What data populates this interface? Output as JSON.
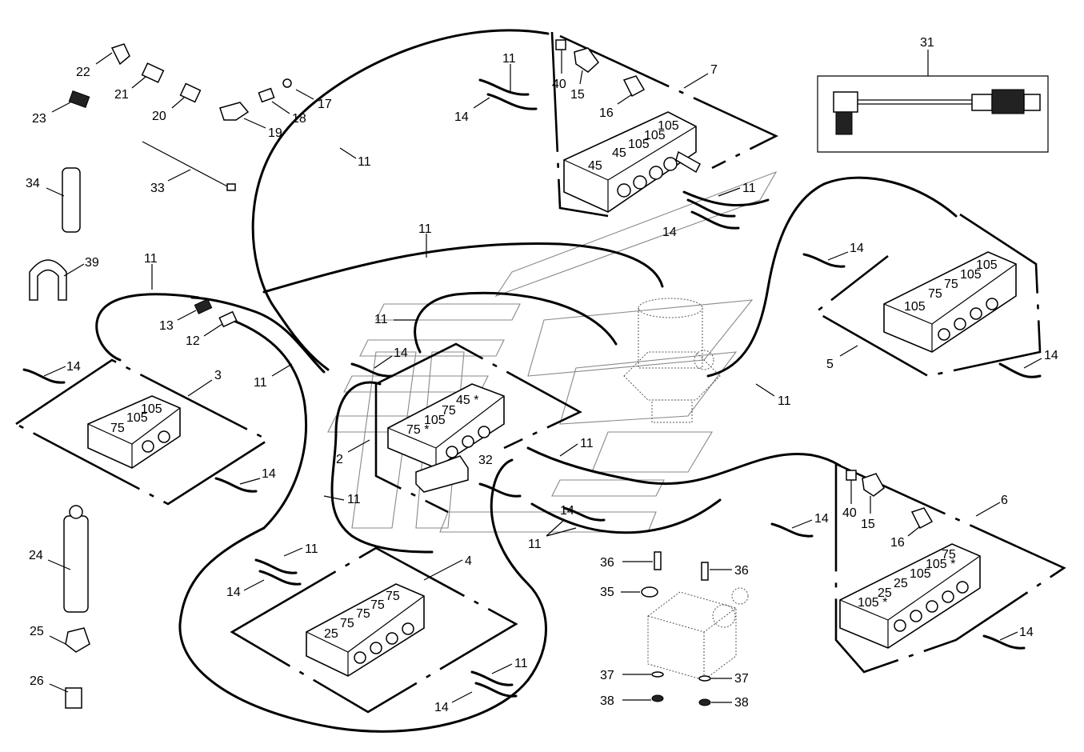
{
  "colors": {
    "line": "#000000",
    "background": "#ffffff",
    "watermark": "#888888"
  },
  "labels": [
    {
      "id": "l31",
      "text": "31"
    },
    {
      "id": "l22",
      "text": "22"
    },
    {
      "id": "l21",
      "text": "21"
    },
    {
      "id": "l23",
      "text": "23"
    },
    {
      "id": "l20",
      "text": "20"
    },
    {
      "id": "l17",
      "text": "17"
    },
    {
      "id": "l18",
      "text": "18"
    },
    {
      "id": "l19",
      "text": "19"
    },
    {
      "id": "l33",
      "text": "33"
    },
    {
      "id": "l34",
      "text": "34"
    },
    {
      "id": "l39",
      "text": "39"
    },
    {
      "id": "l11a",
      "text": "11"
    },
    {
      "id": "l13",
      "text": "13"
    },
    {
      "id": "l12",
      "text": "12"
    },
    {
      "id": "l14a",
      "text": "14"
    },
    {
      "id": "l3",
      "text": "3"
    },
    {
      "id": "l11b",
      "text": "11"
    },
    {
      "id": "l14b",
      "text": "14"
    },
    {
      "id": "l24",
      "text": "24"
    },
    {
      "id": "l25",
      "text": "25"
    },
    {
      "id": "l26",
      "text": "26"
    },
    {
      "id": "l11c",
      "text": "11"
    },
    {
      "id": "l40a",
      "text": "40"
    },
    {
      "id": "l15a",
      "text": "15"
    },
    {
      "id": "l16a",
      "text": "16"
    },
    {
      "id": "l14c",
      "text": "14"
    },
    {
      "id": "l7",
      "text": "7"
    },
    {
      "id": "l11d",
      "text": "11"
    },
    {
      "id": "l11e",
      "text": "11"
    },
    {
      "id": "l14d",
      "text": "14"
    },
    {
      "id": "l11f",
      "text": "11"
    },
    {
      "id": "l14e",
      "text": "14"
    },
    {
      "id": "l5",
      "text": "5"
    },
    {
      "id": "l14f",
      "text": "14"
    },
    {
      "id": "l11g",
      "text": "11"
    },
    {
      "id": "l11h",
      "text": "11"
    },
    {
      "id": "l14g",
      "text": "14"
    },
    {
      "id": "l2",
      "text": "2"
    },
    {
      "id": "l32",
      "text": "32"
    },
    {
      "id": "l11i",
      "text": "11"
    },
    {
      "id": "l11j",
      "text": "11"
    },
    {
      "id": "l14h",
      "text": "14"
    },
    {
      "id": "l11k",
      "text": "11"
    },
    {
      "id": "l11l",
      "text": "11"
    },
    {
      "id": "l14i",
      "text": "14"
    },
    {
      "id": "l4",
      "text": "4"
    },
    {
      "id": "l11m",
      "text": "11"
    },
    {
      "id": "l14j",
      "text": "14"
    },
    {
      "id": "l40b",
      "text": "40"
    },
    {
      "id": "l15b",
      "text": "15"
    },
    {
      "id": "l16b",
      "text": "16"
    },
    {
      "id": "l14k",
      "text": "14"
    },
    {
      "id": "l6",
      "text": "6"
    },
    {
      "id": "l14l",
      "text": "14"
    },
    {
      "id": "l36a",
      "text": "36"
    },
    {
      "id": "l36b",
      "text": "36"
    },
    {
      "id": "l35",
      "text": "35"
    },
    {
      "id": "l37a",
      "text": "37"
    },
    {
      "id": "l37b",
      "text": "37"
    },
    {
      "id": "l38a",
      "text": "38"
    },
    {
      "id": "l38b",
      "text": "38"
    },
    {
      "id": "l11n",
      "text": "11"
    }
  ],
  "block_markings": {
    "block7": [
      "105",
      "105",
      "105",
      "45",
      "45"
    ],
    "block5": [
      "105",
      "105",
      "75",
      "75",
      "105"
    ],
    "block3": [
      "105",
      "105",
      "75"
    ],
    "block2": [
      "45 *",
      "75",
      "105",
      "75 *"
    ],
    "block4": [
      "75",
      "75",
      "75",
      "75",
      "25"
    ],
    "block6": [
      "75",
      "105 *",
      "105",
      "25",
      "25",
      "105 *"
    ]
  }
}
